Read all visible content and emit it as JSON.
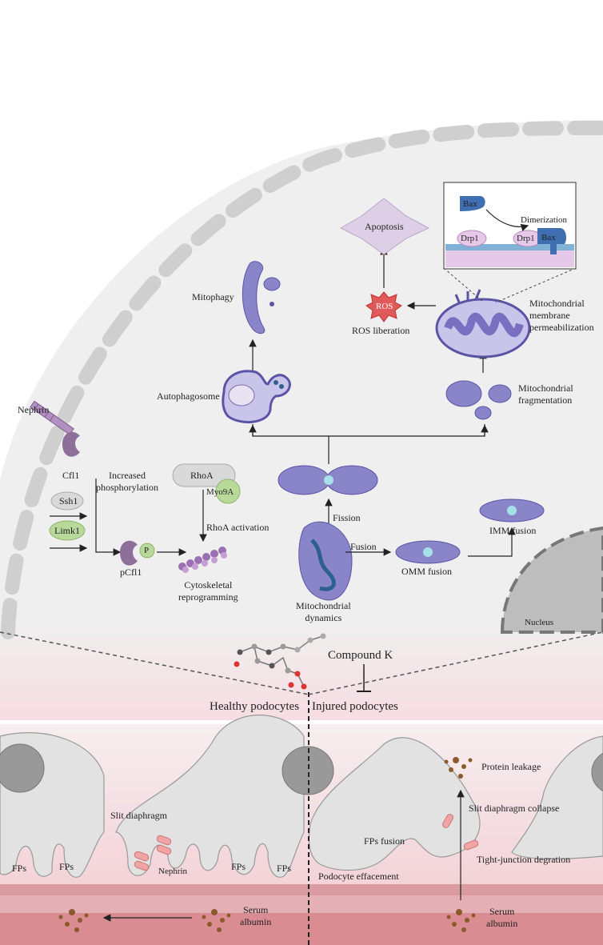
{
  "cell": {
    "nephrin_top": "Nephrin",
    "cfl1": "Cfl1",
    "increased_phos": [
      "Increased",
      "phosphorylation"
    ],
    "ssh1": "Ssh1",
    "limk1": "Limk1",
    "p": "P",
    "pcfl1": "pCfl1",
    "rhoa": "RhoA",
    "myo9a": "Myo9A",
    "rhoa_activation": "RhoA activation",
    "cytoskeletal": [
      "Cytoskeletal",
      "reprogramming"
    ],
    "mitophagy": "Mitophagy",
    "autophagosome": "Autophagosome",
    "apoptosis": "Apoptosis",
    "ros": "ROS",
    "ros_liberation": "ROS liberation",
    "mmp": [
      "Mitochondrial",
      "membrane",
      "permeabilization"
    ],
    "frag": [
      "Mitochondrial",
      "fragmentation"
    ],
    "fission": "Fission",
    "fusion": "Fusion",
    "omm": "OMM fusion",
    "imm": "IMM fusion",
    "dynamics": [
      "Mitochondrial",
      "dynamics"
    ],
    "nucleus": "Nucleus",
    "inset": {
      "bax": "Bax",
      "dimerization": "Dimerization",
      "drp1_a": "Drp1",
      "drp1_b": "Drp1",
      "bax2": "Bax"
    }
  },
  "middle": {
    "compound": "Compound K",
    "healthy": "Healthy podocytes",
    "injured": "Injured podocytes"
  },
  "bottom": {
    "slit": "Slit diaphragm",
    "nephrin": "Nephrin",
    "fps": [
      "FPs",
      "FPs",
      "FPs",
      "FPs"
    ],
    "fps_fusion": "FPs fusion",
    "effacement": "Podocyte effacement",
    "protein_leakage": "Protein leakage",
    "slit_collapse": "Slit diaphragm collapse",
    "tight_junction": "Tight-junction degration",
    "serum1": [
      "Serum",
      "albumin"
    ],
    "serum2": [
      "Serum",
      "albumin"
    ]
  },
  "colors": {
    "cell_bg": "#efefef",
    "dash_gray": "#cfcfcf",
    "mito_purple": "#8a85c8",
    "mito_dark": "#5b54a6",
    "cfl_purple": "#8e6f9a",
    "green": "#b9d99b",
    "ros_red": "#e05a5a",
    "pink_band": "#d47f86",
    "slit_pink": "#f0a4a4"
  }
}
